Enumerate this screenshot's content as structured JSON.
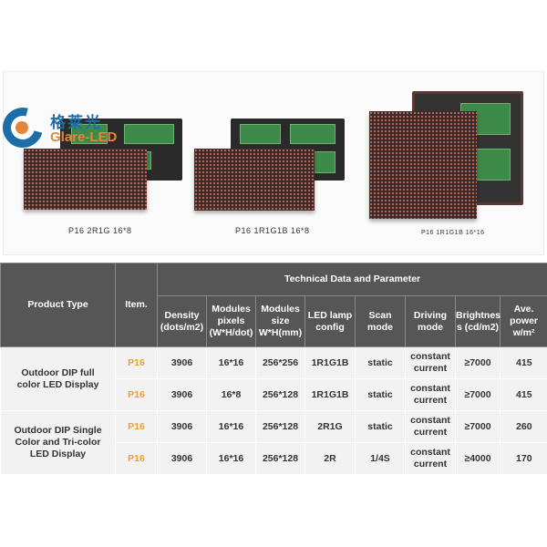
{
  "logo": {
    "chinese": "格莱光",
    "english": "Glare-LED"
  },
  "products": [
    {
      "caption": "P16 2R1G 16*8"
    },
    {
      "caption": "P16 1R1G1B 16*8"
    },
    {
      "caption": "P16 1R1G1B 16*16"
    }
  ],
  "table": {
    "headers": {
      "product_type": "Product Type",
      "item": "Item.",
      "group": "Technical Data and Parameter",
      "columns": [
        "Density (dots/m2)",
        "Modules pixels (W*H/dot)",
        "Modules size W*H(mm)",
        "LED lamp config",
        "Scan mode",
        "Driving mode",
        "Brightnes s (cd/m2)",
        "Ave. power w/m²"
      ]
    },
    "groups": [
      {
        "product_type": "Outdoor DIP full color LED Display",
        "rows": [
          {
            "item": "P16",
            "density": "3906",
            "pixels": "16*16",
            "size": "256*256",
            "config": "1R1G1B",
            "scan": "static",
            "driving": "constant current",
            "brightness": "≥7000",
            "power": "415"
          },
          {
            "item": "P16",
            "density": "3906",
            "pixels": "16*8",
            "size": "256*128",
            "config": "1R1G1B",
            "scan": "static",
            "driving": "constant current",
            "brightness": "≥7000",
            "power": "415"
          }
        ]
      },
      {
        "product_type": "Outdoor DIP Single Color and Tri-color LED Display",
        "rows": [
          {
            "item": "P16",
            "density": "3906",
            "pixels": "16*16",
            "size": "256*128",
            "config": "2R1G",
            "scan": "static",
            "driving": "constant current",
            "brightness": "≥7000",
            "power": "260"
          },
          {
            "item": "P16",
            "density": "3906",
            "pixels": "16*16",
            "size": "256*128",
            "config": "2R",
            "scan": "1/4S",
            "driving": "constant current",
            "brightness": "≥4000",
            "power": "170"
          }
        ]
      }
    ]
  }
}
